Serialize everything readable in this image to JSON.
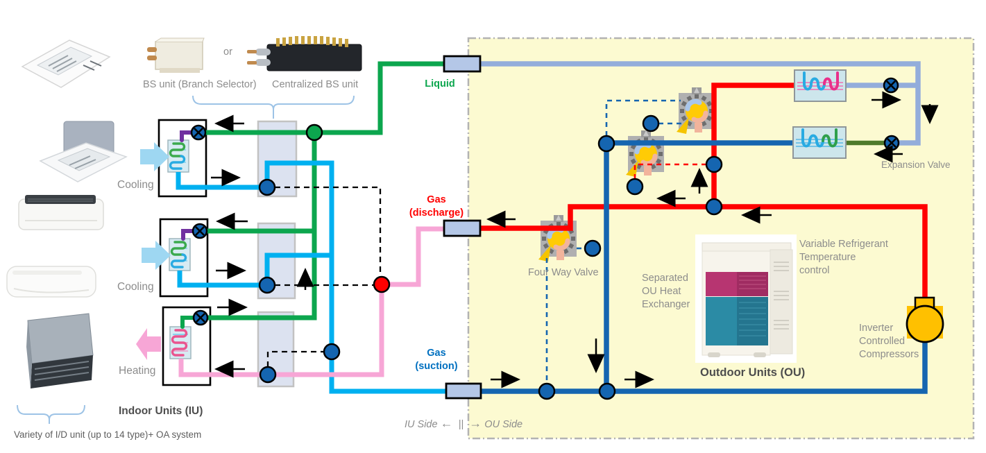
{
  "header": {
    "bs_unit_label": "BS unit (Branch Selector)",
    "or_label": "or",
    "centralized_label": "Centralized BS unit"
  },
  "iu": {
    "cooling1_label": "Cooling",
    "cooling2_label": "Cooling",
    "heating_label": "Heating",
    "title": "Indoor Units (IU)",
    "variety_note": "Variety of I/D unit (up to 14 type)+ OA system"
  },
  "pipes": {
    "liquid_label": "Liquid",
    "gas_discharge_line1": "Gas",
    "gas_discharge_line2": "(discharge)",
    "gas_suction_line1": "Gas",
    "gas_suction_line2": "(suction)"
  },
  "boundary": {
    "iu_side": "IU Side",
    "left_arrow": "←",
    "separator": "||",
    "right_arrow": "→",
    "ou_side": "OU Side"
  },
  "ou": {
    "four_way_valve_label": "Four Way Valve",
    "separated_line1": "Separated",
    "separated_line2": "OU Heat",
    "separated_line3": "Exchanger",
    "vrt_line1": "Variable Refrigerant",
    "vrt_line2": "Temperature",
    "vrt_line3": "control",
    "title": "Outdoor Units (OU)",
    "inverter_line1": "Inverter",
    "inverter_line2": "Controlled",
    "inverter_line3": "Compressors",
    "expansion_valve_label": "Expansion Valve"
  },
  "colors": {
    "liquid_green": "#0CA64E",
    "suction_cyan": "#00B0F0",
    "ou_gas_blue": "#1565B0",
    "discharge_red": "#FF0000",
    "pink_pipe": "#F7A6D6",
    "liquid_lavender": "#93ADDB",
    "purple_pipe": "#7030A0",
    "dark_green_pipe": "#4E7A2B",
    "ou_background": "#FCFAD1",
    "connector_fill": "#B4C7E7",
    "compressor_orange": "#FFC000"
  }
}
